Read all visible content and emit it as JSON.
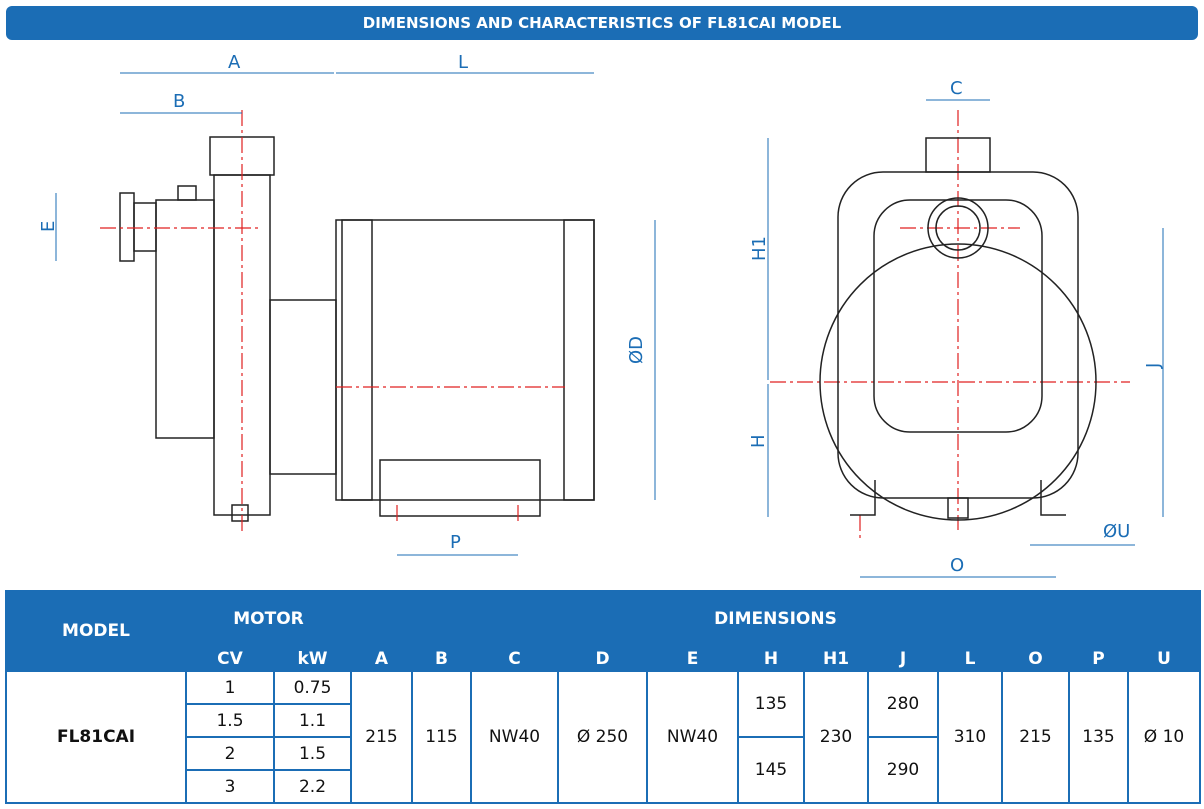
{
  "title": "DIMENSIONS AND CHARACTERISTICS OF FL81CAI MODEL",
  "drawing_labels": {
    "A": "A",
    "B": "B",
    "L": "L",
    "E": "E",
    "D": "ØD",
    "P": "P",
    "C": "C",
    "H1": "H1",
    "H": "H",
    "J": "J",
    "O": "O",
    "U": "ØU"
  },
  "colors": {
    "accent": "#1b6db5",
    "centerline": "#e02020"
  },
  "table": {
    "model_header": "MODEL",
    "motor_header": "MOTOR",
    "dimensions_header": "DIMENSIONS",
    "columns": [
      "CV",
      "kW",
      "A",
      "B",
      "C",
      "D",
      "E",
      "H",
      "H1",
      "J",
      "L",
      "O",
      "P",
      "U"
    ],
    "model": "FL81CAI",
    "motor_rows": [
      {
        "cv": "1",
        "kw": "0.75"
      },
      {
        "cv": "1.5",
        "kw": "1.1"
      },
      {
        "cv": "2",
        "kw": "1.5"
      },
      {
        "cv": "3",
        "kw": "2.2"
      }
    ],
    "A": "215",
    "B": "115",
    "C": "NW40",
    "D": "Ø 250",
    "E": "NW40",
    "H": [
      "135",
      "145"
    ],
    "H1": "230",
    "J": [
      "280",
      "290"
    ],
    "L": "310",
    "O": "215",
    "P": "135",
    "U": "Ø 10"
  }
}
